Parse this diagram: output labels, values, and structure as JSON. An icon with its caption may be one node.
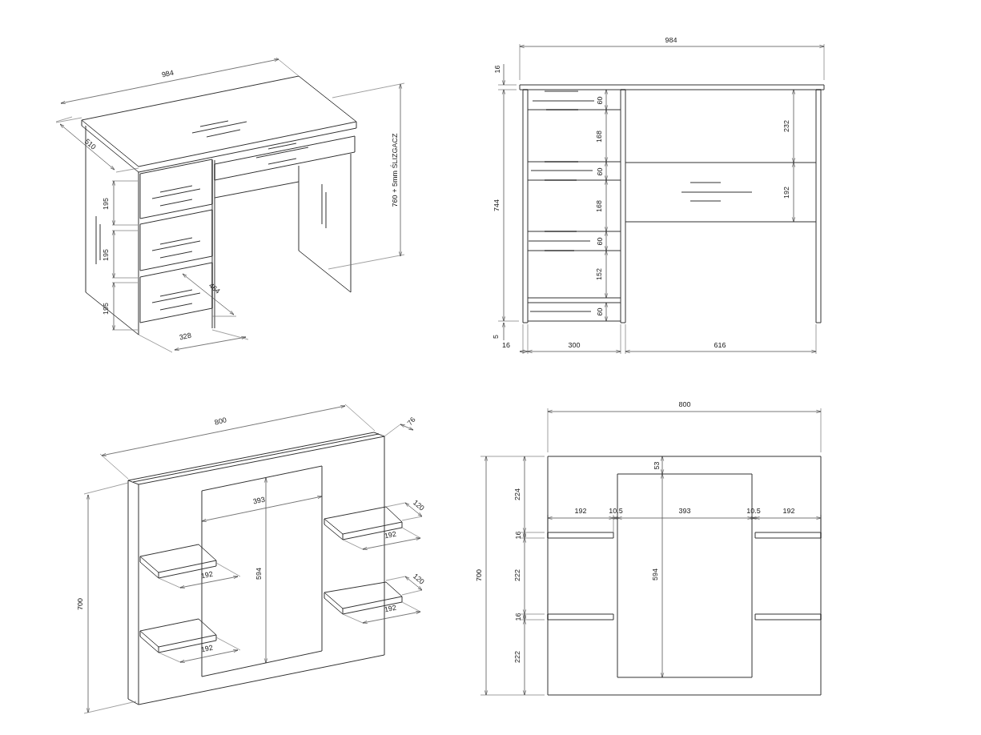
{
  "diagram": {
    "labels": [
      "984",
      "510",
      "760 + 5mm ŚLIZGACZ",
      "195",
      "195",
      "195",
      "464",
      "328",
      "984",
      "16",
      "744",
      "60",
      "168",
      "60",
      "168",
      "60",
      "152",
      "60",
      "232",
      "192",
      "5",
      "16",
      "300",
      "616",
      "800",
      "76",
      "700",
      "393",
      "594",
      "120",
      "192",
      "192",
      "120",
      "192",
      "192",
      "800",
      "700",
      "224",
      "53",
      "192",
      "10.5",
      "393",
      "10.5",
      "192",
      "16",
      "222",
      "594",
      "16",
      "222"
    ]
  }
}
